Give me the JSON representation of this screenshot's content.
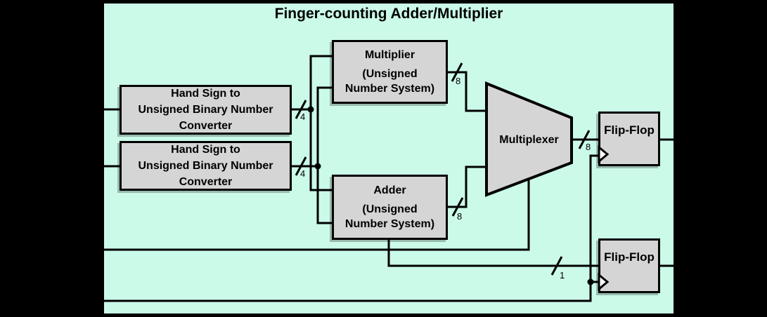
{
  "title": "Finger-counting Adder/Multiplier",
  "colors": {
    "background": "#000000",
    "panel": "#cbfae9",
    "block_fill": "#d5d5d5",
    "line": "#000000",
    "clock_triangle_fill": "#ffffff"
  },
  "blocks": {
    "converter1": {
      "lines": [
        "Hand Sign to",
        "Unsigned Binary Number",
        "Converter"
      ]
    },
    "converter2": {
      "lines": [
        "Hand Sign to",
        "Unsigned Binary Number",
        "Converter"
      ]
    },
    "multiplier": {
      "name": "Multiplier",
      "subtitle_lines": [
        "(Unsigned",
        "Number System)"
      ]
    },
    "adder": {
      "name": "Adder",
      "subtitle_lines": [
        "(Unsigned",
        "Number System)"
      ]
    },
    "multiplexer": {
      "label": "Multiplexer"
    },
    "flipflop1": {
      "label": "Flip-Flop"
    },
    "flipflop2": {
      "label": "Flip-Flop"
    }
  },
  "bus_widths": {
    "converter1_out": "4",
    "converter2_out": "4",
    "multiplier_out": "8",
    "adder_out": "8",
    "multiplexer_out": "8",
    "select_flipflop_in": "1"
  }
}
